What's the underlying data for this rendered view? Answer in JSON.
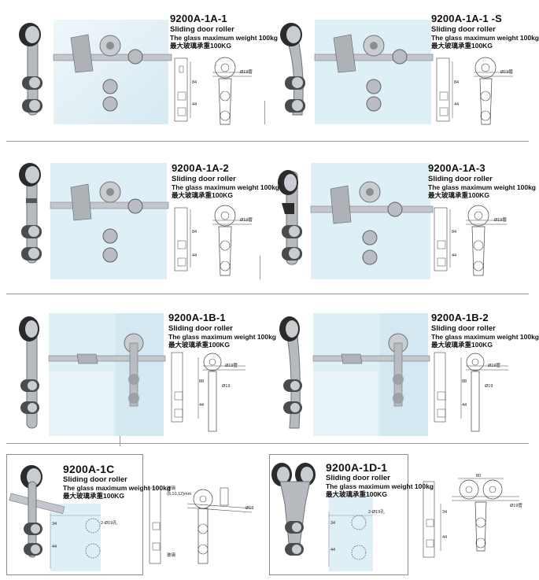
{
  "products": [
    {
      "code": "9200A-1A-1",
      "name": "Sliding door roller",
      "spec_en": "The glass maximum weight 100kg",
      "spec_cn": "最大玻璃承重100KG",
      "dims": [
        "Ø19管",
        "84",
        "44"
      ]
    },
    {
      "code": "9200A-1A-1 -S",
      "name": "Sliding door roller",
      "spec_en": "The glass maximum weight 100kg",
      "spec_cn": "最大玻璃承重100KG",
      "dims": [
        "Ø19管",
        "84",
        "44"
      ]
    },
    {
      "code": "9200A-1A-2",
      "name": "Sliding door roller",
      "spec_en": "The glass maximum weight 100kg",
      "spec_cn": "最大玻璃承重100KG",
      "dims": [
        "Ø19管",
        "84",
        "44"
      ]
    },
    {
      "code": "9200A-1A-3",
      "name": "Sliding door roller",
      "spec_en": "The glass maximum weight 100kg",
      "spec_cn": "最大玻璃承重100KG",
      "dims": [
        "Ø19管",
        "84",
        "44"
      ]
    },
    {
      "code": "9200A-1B-1",
      "name": "Sliding door roller",
      "spec_en": "The glass maximum weight 100kg",
      "spec_cn": "最大玻璃承重100KG",
      "dims": [
        "Ø19管",
        "88",
        "44",
        "Ø19"
      ]
    },
    {
      "code": "9200A-1B-2",
      "name": "Sliding door roller",
      "spec_en": "The glass maximum weight 100kg",
      "spec_cn": "最大玻璃承重100KG",
      "dims": [
        "Ø19管",
        "88",
        "44",
        "Ø19"
      ]
    },
    {
      "code": "9200A-1C",
      "name": "Sliding door roller",
      "spec_en": "The glass maximum weight 100kg",
      "spec_cn": "最大玻璃承重100KG",
      "dims": [
        "34",
        "44",
        "2-Ø19孔",
        "玻璃",
        "(8,10,12)mm",
        "Ø19"
      ]
    },
    {
      "code": "9200A-1D-1",
      "name": "Sliding door roller",
      "spec_en": "The glass maximum weight 100kg",
      "spec_cn": "最大玻璃承重100KG",
      "dims": [
        "34",
        "44",
        "2-Ø19孔",
        "80",
        "Ø19管"
      ]
    }
  ],
  "colors": {
    "glass": "#dfeff6",
    "steel": "#b9bcc0",
    "steel_dark": "#6e7277",
    "rubber": "#2b2b2b",
    "line": "#9a9a9a"
  }
}
